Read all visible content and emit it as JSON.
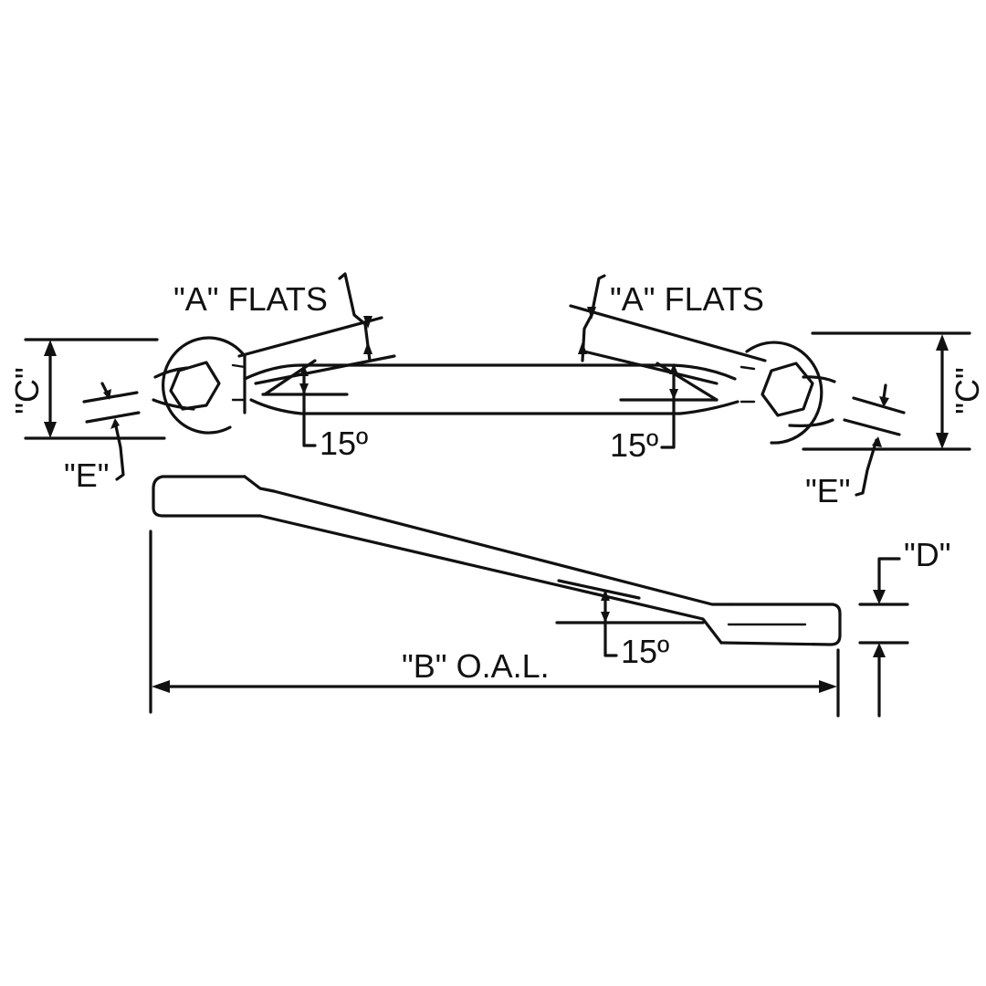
{
  "diagram": {
    "line_color": "#111111",
    "background": "#ffffff",
    "labels": {
      "a_flats_left": "\"A\"  FLATS",
      "a_flats_right": "\"A\"  FLATS",
      "c_left": "\"C\"",
      "c_right": "\"C\"",
      "e_left": "\"E\"",
      "e_right": "\"E\"",
      "angle_left": "15º",
      "angle_right": "15º",
      "angle_side": "15º",
      "b_oal": "\"B\" O.A.L.",
      "d": "\"D\""
    }
  }
}
